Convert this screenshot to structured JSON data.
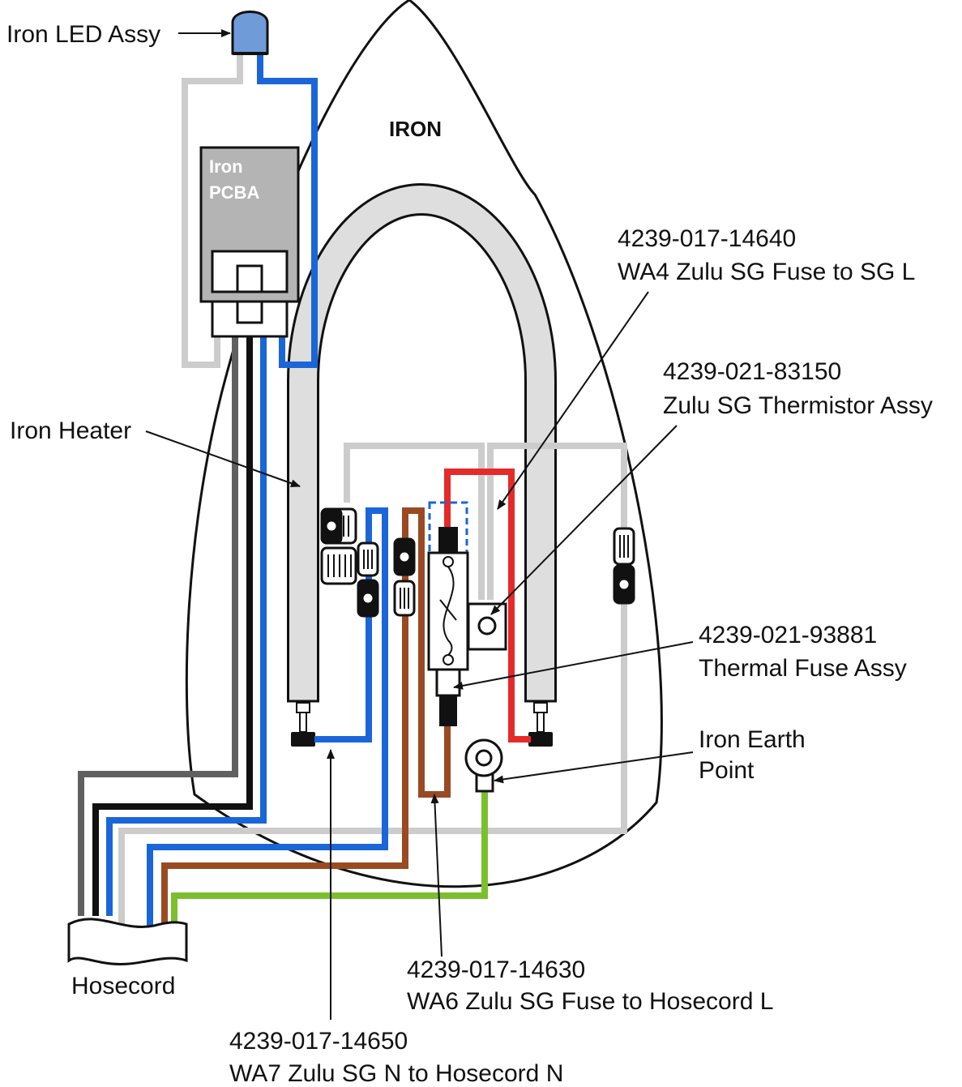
{
  "labels": {
    "iron_title": "IRON",
    "led": "Iron LED Assy",
    "pcba_line1": "Iron",
    "pcba_line2": "PCBA",
    "heater": "Iron Heater",
    "wa4_part": "4239-017-14640",
    "wa4_desc": "WA4 Zulu SG Fuse to SG L",
    "therm_part": "4239-021-83150",
    "therm_desc": "Zulu SG Thermistor Assy",
    "fuse_part": "4239-021-93881",
    "fuse_desc": "Thermal Fuse Assy",
    "earth_line1": "Iron Earth",
    "earth_line2": "Point",
    "wa6_part": "4239-017-14630",
    "wa6_desc": "WA6 Zulu SG Fuse to Hosecord L",
    "wa7_part": "4239-017-14650",
    "wa7_desc": "WA7 Zulu SG N to Hosecord N",
    "hosecord": "Hosecord"
  },
  "colors": {
    "grey_wire": "#cccccc",
    "blue_wire": "#1a66d9",
    "dark_grey_wire": "#606060",
    "black_wire": "#111111",
    "brown_wire": "#9a4a22",
    "green_wire": "#7bbf2e",
    "red_wire": "#e52a2a",
    "pcba": "#b4b4b4",
    "led": "#6f9bd8",
    "heater": "#dedede"
  }
}
